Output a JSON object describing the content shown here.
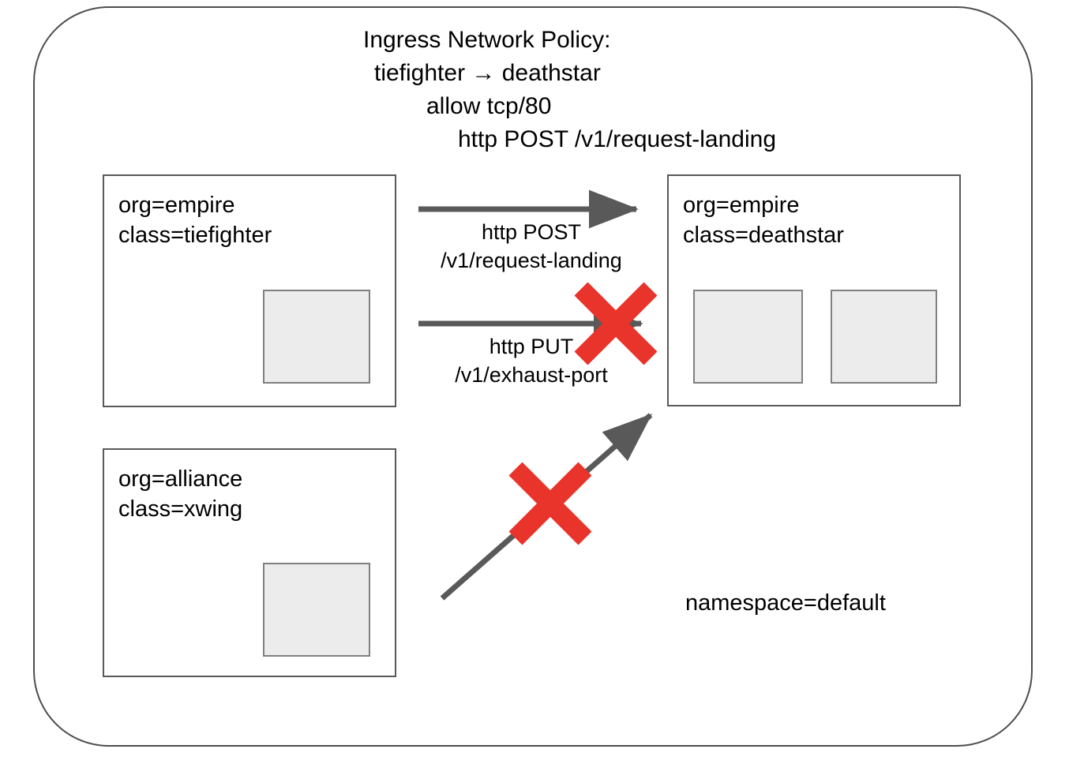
{
  "diagram": {
    "policy_title": {
      "line_1": "Ingress Network Policy:",
      "line_2": "tiefighter → deathstar",
      "line_3": "allow tcp/80",
      "line_4": "http POST /v1/request-landing"
    },
    "namespace_label": "namespace=default",
    "endpoints": [
      {
        "id": "tiefighter",
        "org_label": "org=empire",
        "class_label": "class=tiefighter",
        "pod_count": 1
      },
      {
        "id": "deathstar",
        "org_label": "org=empire",
        "class_label": "class=deathstar",
        "pod_count": 2
      },
      {
        "id": "xwing",
        "org_label": "org=alliance",
        "class_label": "class=xwing",
        "pod_count": 1
      }
    ],
    "flows": [
      {
        "id": "post-request-landing",
        "from": "tiefighter",
        "to": "deathstar",
        "method_label": "http POST",
        "path_label": "/v1/request-landing",
        "allowed": true,
        "blocked_marker": ""
      },
      {
        "id": "put-exhaust-port",
        "from": "tiefighter",
        "to": "deathstar",
        "method_label": "http PUT",
        "path_label": "/v1/exhaust-port",
        "allowed": false,
        "blocked_marker": "red-x-icon"
      },
      {
        "id": "xwing-to-deathstar",
        "from": "xwing",
        "to": "deathstar",
        "method_label": "",
        "path_label": "",
        "allowed": false,
        "blocked_marker": "red-x-icon"
      }
    ],
    "colors": {
      "arrow": "#595959",
      "blocked_x": "#e8342a",
      "box_border": "#595959",
      "pod_fill": "#ececec",
      "pod_border": "#808080",
      "container_border": "#4d4d4d",
      "text": "#000000",
      "background": "#ffffff"
    }
  }
}
